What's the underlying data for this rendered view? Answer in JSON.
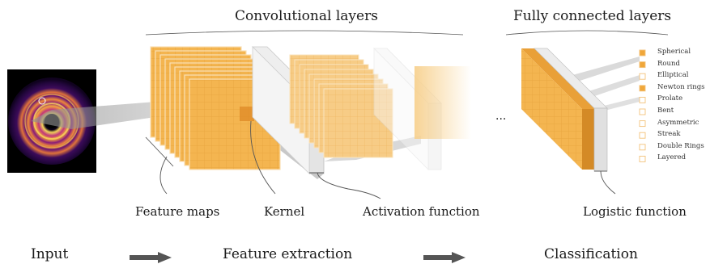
{
  "titles": {
    "conv": "Convolutional layers",
    "fc": "Fully connected layers"
  },
  "captions": {
    "feature_maps": "Feature maps",
    "kernel": "Kernel",
    "activation": "Activation function",
    "logistic": "Logistic function"
  },
  "ellipsis": "...",
  "stages": {
    "input": "Input",
    "feature_extraction": "Feature extraction",
    "classification": "Classification"
  },
  "classes": [
    {
      "label": "Spherical",
      "active": true
    },
    {
      "label": "Round",
      "active": true
    },
    {
      "label": "Elliptical",
      "active": false
    },
    {
      "label": "Newton rings",
      "active": true
    },
    {
      "label": "Prolate",
      "active": false
    },
    {
      "label": "Bent",
      "active": false
    },
    {
      "label": "Asymmetric",
      "active": false
    },
    {
      "label": "Streak",
      "active": false
    },
    {
      "label": "Double Rings",
      "active": false
    },
    {
      "label": "Layered",
      "active": false
    }
  ],
  "colors": {
    "feature_map": "#f2b24c",
    "feature_map_edge": "#e39a2d",
    "active_node": "#f0a73a",
    "inactive_node": "#f3c27a",
    "arrow": "#555555"
  }
}
